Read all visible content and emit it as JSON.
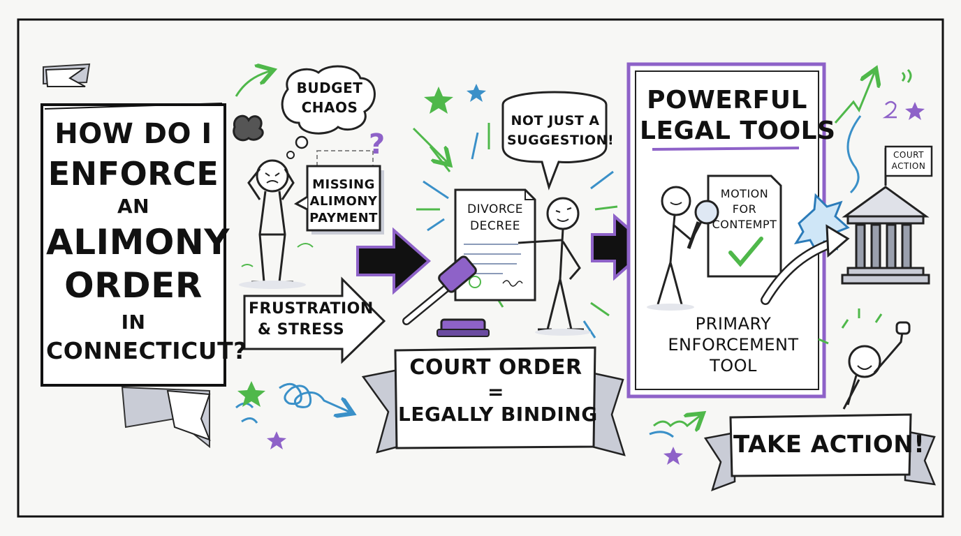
{
  "title": {
    "lines": [
      "HOW DO I",
      "ENFORCE",
      "AN",
      "ALIMONY",
      "ORDER",
      "IN",
      "CONNECTICUT?"
    ]
  },
  "problem": {
    "budget_bubble": [
      "BUDGET",
      "CHAOS"
    ],
    "missing_card": [
      "MISSING",
      "ALIMONY",
      "PAYMENT"
    ],
    "frustration_arrow": [
      "FRUSTRATION",
      "& STRESS"
    ]
  },
  "decree": {
    "speech_bubble": [
      "NOT JUST A",
      "SUGGESTION!"
    ],
    "document": [
      "DIVORCE",
      "DECREE"
    ],
    "banner": [
      "COURT ORDER",
      "=",
      "LEGALLY BINDING"
    ]
  },
  "tools": {
    "heading": [
      "POWERFUL",
      "LEGAL TOOLS"
    ],
    "document": [
      "MOTION",
      "FOR",
      "CONTEMPT"
    ],
    "caption": [
      "PRIMARY",
      "ENFORCEMENT",
      "TOOL"
    ]
  },
  "action": {
    "flag": [
      "COURT",
      "ACTION"
    ],
    "banner": "TAKE ACTION!"
  },
  "colors": {
    "purple": "#8e62c8",
    "green": "#4fb84a",
    "blue": "#3a90c8",
    "ink": "#111111",
    "banner_shadow": "#c9ccd6"
  }
}
